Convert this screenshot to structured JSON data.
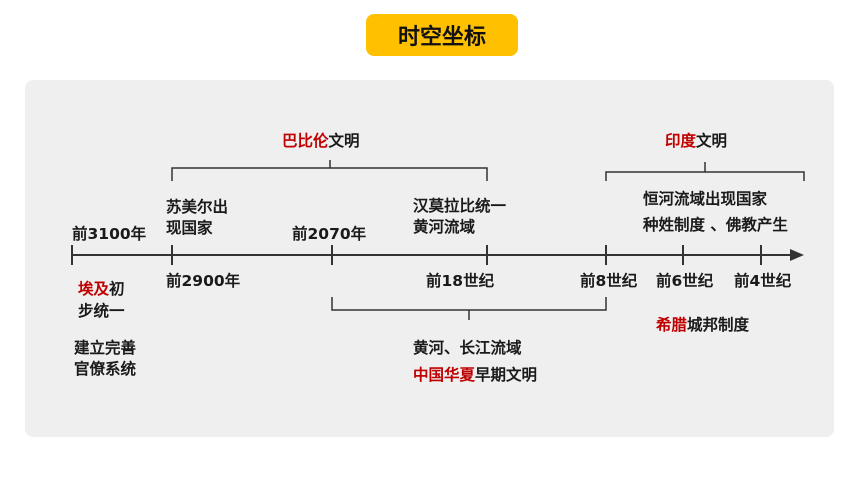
{
  "title": "时空坐标",
  "colors": {
    "accent": "#ffc000",
    "highlight": "#c00000",
    "panel": "#efefef",
    "line": "#333333"
  },
  "timeline": {
    "dates": {
      "d3100": "前3100年",
      "d2900": "前2900年",
      "d2070": "前2070年",
      "d18c": "前18世纪",
      "d8c": "前8世纪",
      "d6c": "前6世纪",
      "d4c": "前4世纪"
    },
    "babylon": {
      "highlight": "巴比伦",
      "rest": "文明"
    },
    "india": {
      "highlight": "印度",
      "rest": "文明"
    },
    "sumer": {
      "line1": "苏美尔出",
      "line2": "现国家"
    },
    "hammurabi": {
      "line1": "汉莫拉比统一",
      "line2": "黄河流域"
    },
    "ganges": {
      "line1": "恒河流域出现国家",
      "line2": "种姓制度 、佛教产生"
    },
    "egypt": {
      "highlight": "埃及",
      "rest": "初",
      "line2": "步统一",
      "line3": "建立完善",
      "line4": "官僚系统"
    },
    "china": {
      "line1": "黄河、长江流域",
      "highlight": "中国华夏",
      "rest": "早期文明"
    },
    "greece": {
      "highlight": "希腊",
      "rest": "城邦制度"
    }
  }
}
